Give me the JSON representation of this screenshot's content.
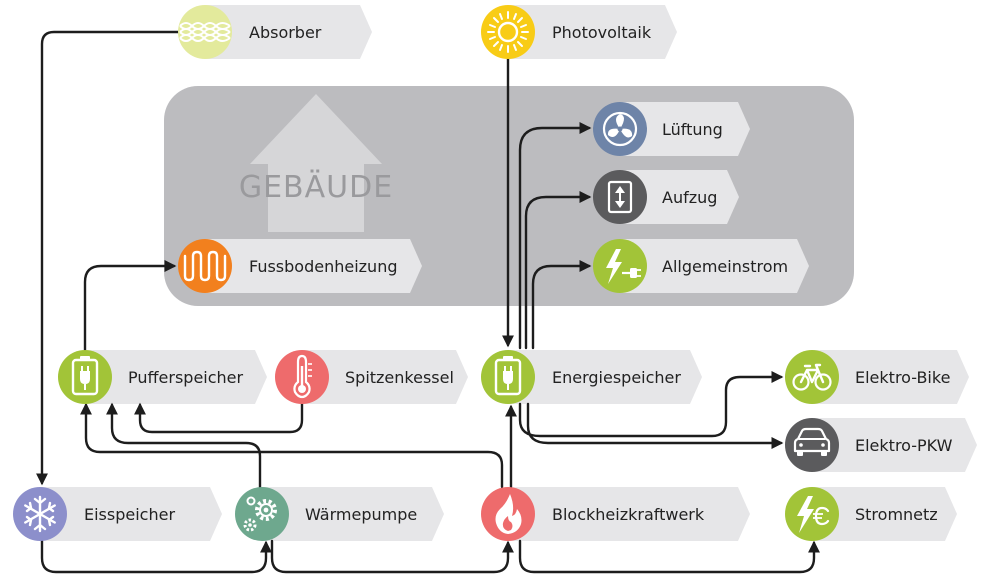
{
  "building": {
    "label": "GEBÄUDE"
  },
  "colors": {
    "building": "#bcbcbf",
    "house": "#d6d6d8",
    "label_bg": "#e6e6e8",
    "arrow": "#1d1d1d",
    "absorber": "#e3ea9c",
    "photovoltaik": "#f8cc16",
    "lueftung": "#6e84a8",
    "aufzug": "#5b5b5d",
    "allgemeinstrom": "#a2c438",
    "fussbodenheizung": "#f2801e",
    "pufferspeicher": "#a2c438",
    "spitzenkessel": "#ee6b6c",
    "energiespeicher": "#a2c438",
    "elektro_bike": "#a2c438",
    "elektro_pkw": "#5b5b5d",
    "eisspeicher": "#8c8fcb",
    "waermepumpe": "#6ea88e",
    "blockheizkraftwerk": "#ee6b6c",
    "stromnetz": "#a2c438"
  },
  "nodes": {
    "absorber": {
      "label": "Absorber",
      "icon": "absorber-mesh-icon"
    },
    "photovoltaik": {
      "label": "Photovoltaik",
      "icon": "sun-icon"
    },
    "lueftung": {
      "label": "Lüftung",
      "icon": "fan-icon"
    },
    "aufzug": {
      "label": "Aufzug",
      "icon": "elevator-icon"
    },
    "allgemeinstrom": {
      "label": "Allgemeinstrom",
      "icon": "lightning-plug-icon"
    },
    "fussbodenheizung": {
      "label": "Fussbodenheizung",
      "icon": "floor-heating-icon"
    },
    "pufferspeicher": {
      "label": "Pufferspeicher",
      "icon": "battery-plug-icon"
    },
    "spitzenkessel": {
      "label": "Spitzenkessel",
      "icon": "thermometer-icon"
    },
    "energiespeicher": {
      "label": "Energiespeicher",
      "icon": "battery-plug-icon"
    },
    "elektro_bike": {
      "label": "Elektro-Bike",
      "icon": "bicycle-icon"
    },
    "elektro_pkw": {
      "label": "Elektro-PKW",
      "icon": "car-icon"
    },
    "eisspeicher": {
      "label": "Eisspeicher",
      "icon": "snowflake-icon"
    },
    "waermepumpe": {
      "label": "Wärmepumpe",
      "icon": "gears-icon"
    },
    "blockheizkraftwerk": {
      "label": "Blockheizkraftwerk",
      "icon": "flame-icon"
    },
    "stromnetz": {
      "label": "Stromnetz",
      "icon": "lightning-euro-icon"
    }
  }
}
